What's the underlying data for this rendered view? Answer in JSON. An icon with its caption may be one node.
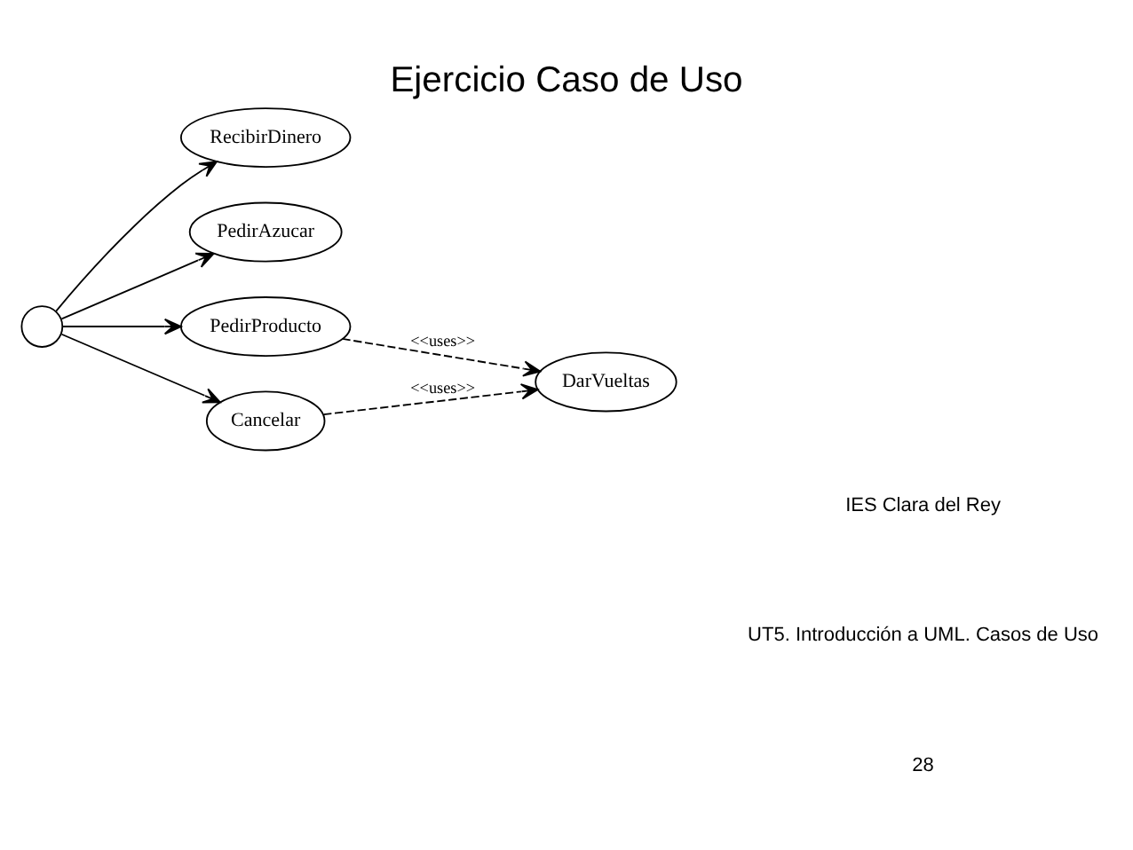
{
  "diagram": {
    "title": "Ejercicio Caso de Uso",
    "nodes": [
      {
        "text": [],
        "shape": "person"
      },
      {
        "text": [
          "RecibirDinero"
        ]
      },
      {
        "text": [
          "PedirAzucar"
        ]
      },
      {
        "text": [
          "PedirProducto"
        ]
      },
      {
        "text": [
          "Cancelar"
        ]
      },
      {
        "text": [
          "DarVueltas"
        ]
      }
    ],
    "edges": [
      {
        "from": 0,
        "to": 1,
        "arrow": "to"
      },
      {
        "from": 0,
        "to": 2,
        "arrow": "to"
      },
      {
        "from": 0,
        "to": 3,
        "arrow": "to"
      },
      {
        "from": 0,
        "to": 4,
        "arrow": "to"
      },
      {
        "from": 3,
        "to": 5,
        "arrow": "to",
        "style": "dashed",
        "label": "<<uses>>"
      },
      {
        "from": 4,
        "to": 5,
        "arrow": "to",
        "style": "dashed",
        "label": "<<uses>>"
      }
    ],
    "labels": [
      "IES Clara del Rey",
      "UT5. Introducción a UML. Casos de Uso",
      "28"
    ]
  }
}
